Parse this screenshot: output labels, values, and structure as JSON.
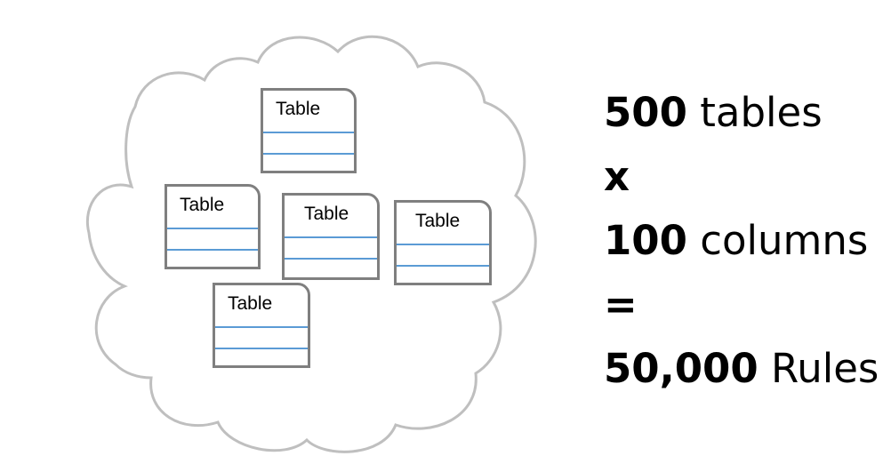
{
  "diagram": {
    "table_label": "Table",
    "tables": [
      {
        "label": "Table"
      },
      {
        "label": "Table"
      },
      {
        "label": "Table"
      },
      {
        "label": "Table"
      },
      {
        "label": "Table"
      }
    ],
    "equation": {
      "line1": {
        "number": "500",
        "unit": " tables"
      },
      "operator1": "x",
      "line2": {
        "number": "100",
        "unit": " columns"
      },
      "operator2": "=",
      "line3": {
        "number": "50,000",
        "unit": " Rules"
      }
    },
    "colors": {
      "cloud_outline": "#bfbfbf",
      "table_border": "#7f7f7f",
      "table_row_lines": "#5b9bd5",
      "text": "#000000"
    }
  }
}
